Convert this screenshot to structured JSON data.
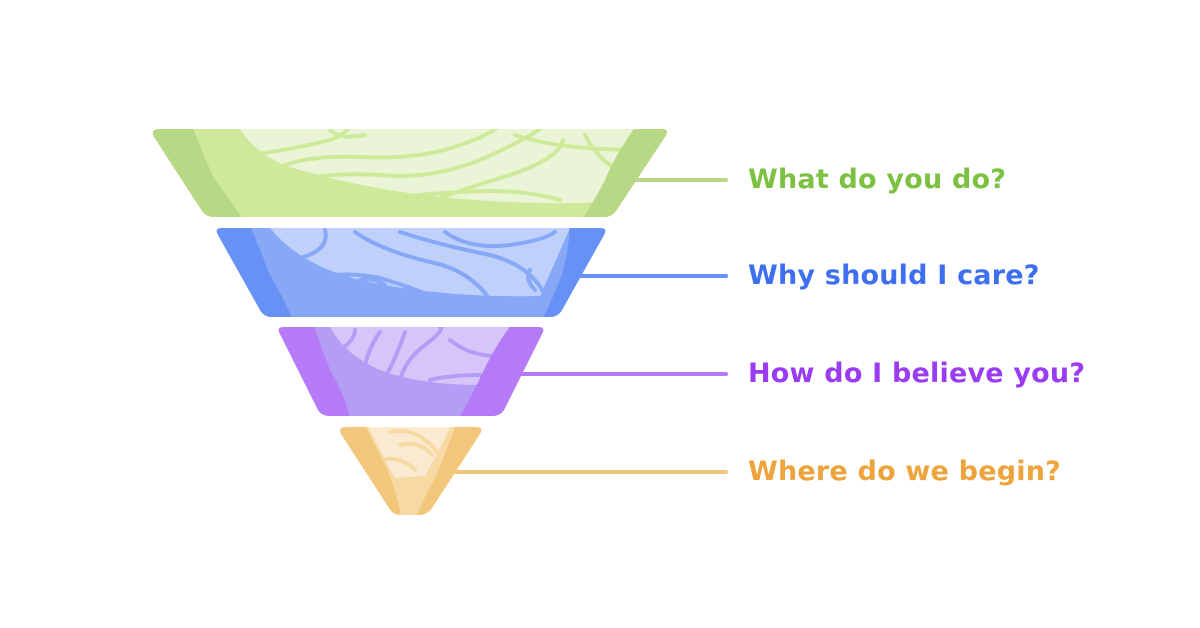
{
  "diagram": {
    "type": "inverted-funnel",
    "stages": [
      {
        "label": "What do you do?",
        "text_color": "#7cc142",
        "colors": {
          "edge": "#b7d885",
          "body": "#cfe99a",
          "inner": "#e9f5d6",
          "contour": "#cfe99a",
          "line": "#b7d885"
        }
      },
      {
        "label": "Why should I care?",
        "text_color": "#3e6ff0",
        "colors": {
          "edge": "#6791f5",
          "body": "#87a8f7",
          "inner": "#bfd0fa",
          "contour": "#87a8f7",
          "line": "#6791f5"
        }
      },
      {
        "label": "How do I believe you?",
        "text_color": "#9b3cf2",
        "colors": {
          "edge": "#b57af6",
          "body": "#b59cf5",
          "inner": "#d6c5f9",
          "contour": "#b59cf5",
          "line": "#b57af6"
        }
      },
      {
        "label": "Where do we begin?",
        "text_color": "#eea43c",
        "colors": {
          "edge": "#f2c77c",
          "body": "#f6d9a3",
          "inner": "#faead0",
          "contour": "#f6d9a3",
          "line": "#f2c77c"
        }
      }
    ]
  }
}
